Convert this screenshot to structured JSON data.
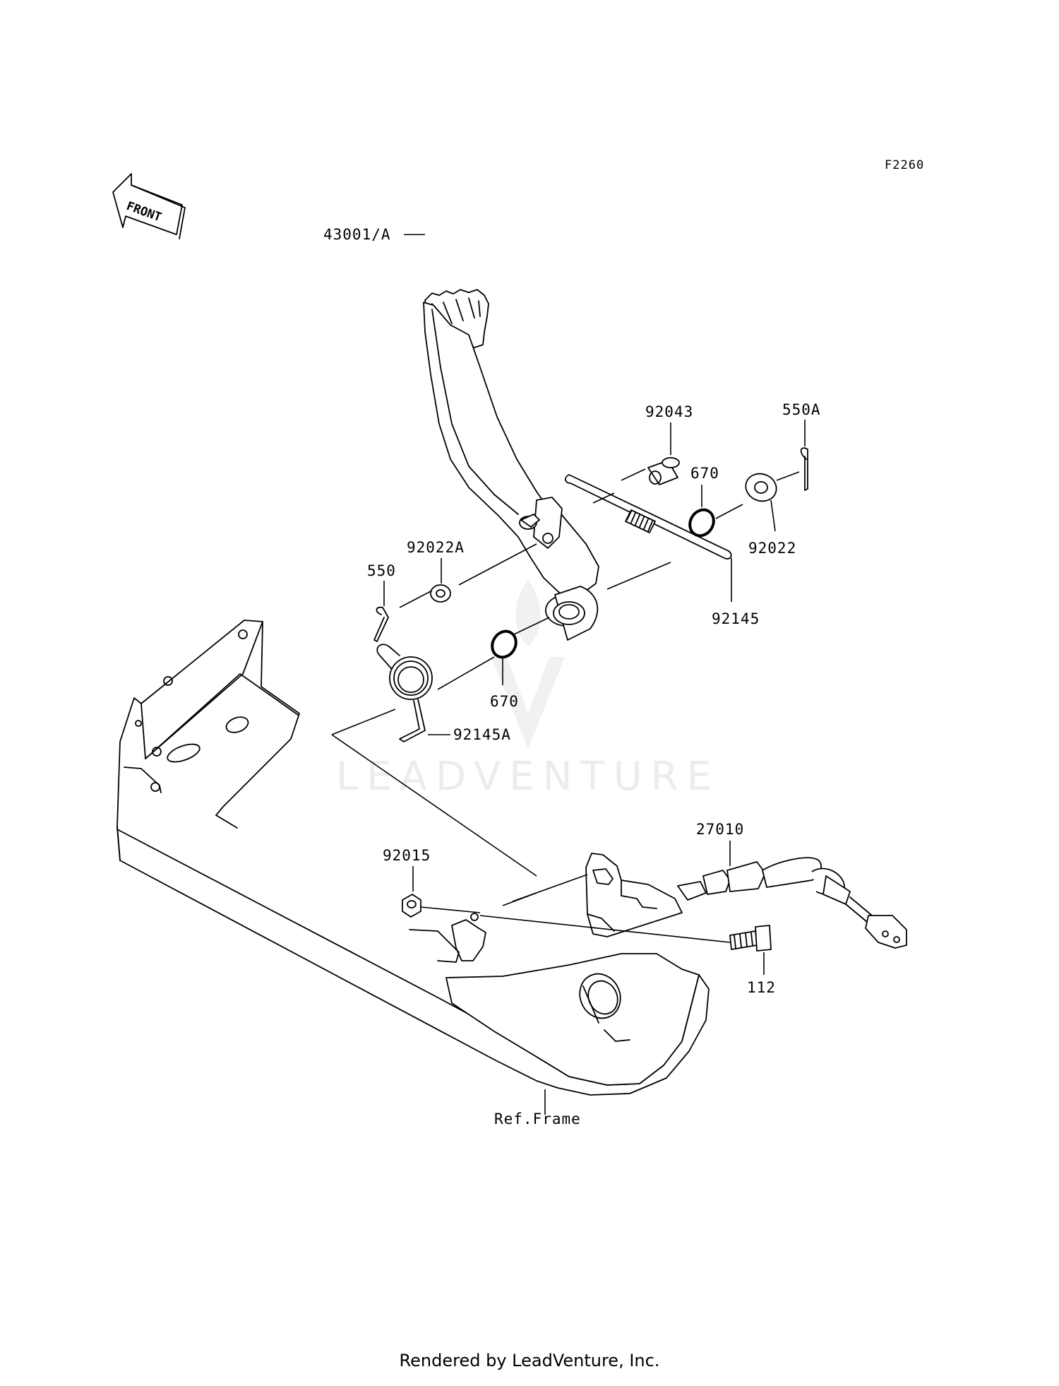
{
  "diagram": {
    "code": "F2260",
    "front_label": "FRONT",
    "watermark": "LEADVENTURE",
    "parts": [
      {
        "id": "brake-pedal",
        "label": "43001/A"
      },
      {
        "id": "pin",
        "label": "92043"
      },
      {
        "id": "cotter-pin-a",
        "label": "550A"
      },
      {
        "id": "o-ring-upper",
        "label": "670"
      },
      {
        "id": "washer",
        "label": "92022"
      },
      {
        "id": "washer-a",
        "label": "92022A"
      },
      {
        "id": "cotter-pin",
        "label": "550"
      },
      {
        "id": "spring",
        "label": "92145"
      },
      {
        "id": "o-ring-lower",
        "label": "670"
      },
      {
        "id": "return-spring",
        "label": "92145A"
      },
      {
        "id": "switch",
        "label": "27010"
      },
      {
        "id": "nut",
        "label": "92015"
      },
      {
        "id": "bolt",
        "label": "112"
      },
      {
        "id": "frame",
        "label": "Ref.Frame"
      }
    ]
  },
  "footer": {
    "text": "Rendered by LeadVenture, Inc."
  }
}
